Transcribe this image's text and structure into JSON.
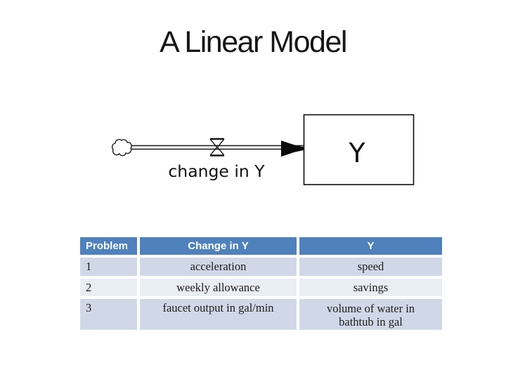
{
  "slide": {
    "title": "A Linear Model"
  },
  "diagram": {
    "type": "stock-and-flow",
    "flow_label": "change in Y",
    "stock_label": "Y"
  },
  "table": {
    "headers": [
      "Problem",
      "Change in Y",
      "Y"
    ],
    "rows": [
      {
        "problem": "1",
        "change_in_y": "acceleration",
        "y": "speed"
      },
      {
        "problem": "2",
        "change_in_y": "weekly allowance",
        "y": "savings"
      },
      {
        "problem": "3",
        "change_in_y": "faucet output in gal/min",
        "y_lines": [
          "volume of water in",
          "bathtub  in gal"
        ]
      }
    ]
  },
  "colors": {
    "header_bg": "#4f81bd",
    "band1_bg": "#d0d8e8",
    "band2_bg": "#e9edf4",
    "header_text": "#ffffff",
    "body_text": "#1c1c1c"
  }
}
